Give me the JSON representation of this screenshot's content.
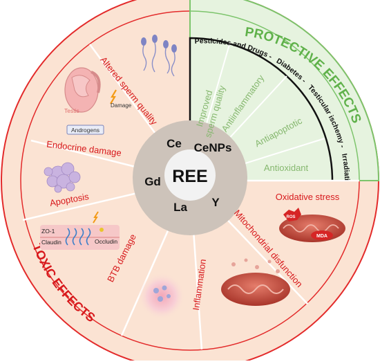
{
  "center": {
    "label": "REE",
    "elements": [
      "Ce",
      "CeNPs",
      "Gd",
      "La",
      "Y"
    ]
  },
  "protective": {
    "title": "PROTECTIVE EFFECTS",
    "conditions": [
      "Pesticides and Drugs -",
      "Diabetes -",
      "Testicular ischemy -",
      "Irradiation"
    ],
    "effects": [
      {
        "line1": "Improved",
        "line2": "sperm quality"
      },
      {
        "line1": "Antiinflammatory",
        "line2": ""
      },
      {
        "line1": "Antiapoptotic",
        "line2": ""
      },
      {
        "line1": "Antioxidant",
        "line2": ""
      }
    ]
  },
  "toxic": {
    "title": "TOXIC EFFECTS",
    "effects": [
      "Oxidative stress",
      "Mitochondrial disfunction",
      "Inflammation",
      "BTB damage",
      "Apoptosis",
      "Endocrine damage",
      "Altered sperm quality"
    ]
  },
  "illustration_labels": {
    "testis": "Testis",
    "damage": "Damage",
    "androgens": "Androgens",
    "ros": "ROS",
    "mda": "MDA",
    "zo1": "ZO-1",
    "claudin": "Claudin",
    "occludin": "Occludin"
  },
  "colors": {
    "toxic_fill": "#fbe3d3",
    "toxic_border": "#e32a2a",
    "toxic_text": "#d7191c",
    "protective_fill": "#e6f3df",
    "protective_border": "#7cc46b",
    "protective_text": "#5fb14a",
    "protective_effect_text": "#86b86f",
    "center_ring": "#cdc3ba",
    "center_disc": "#f2f2f2"
  }
}
